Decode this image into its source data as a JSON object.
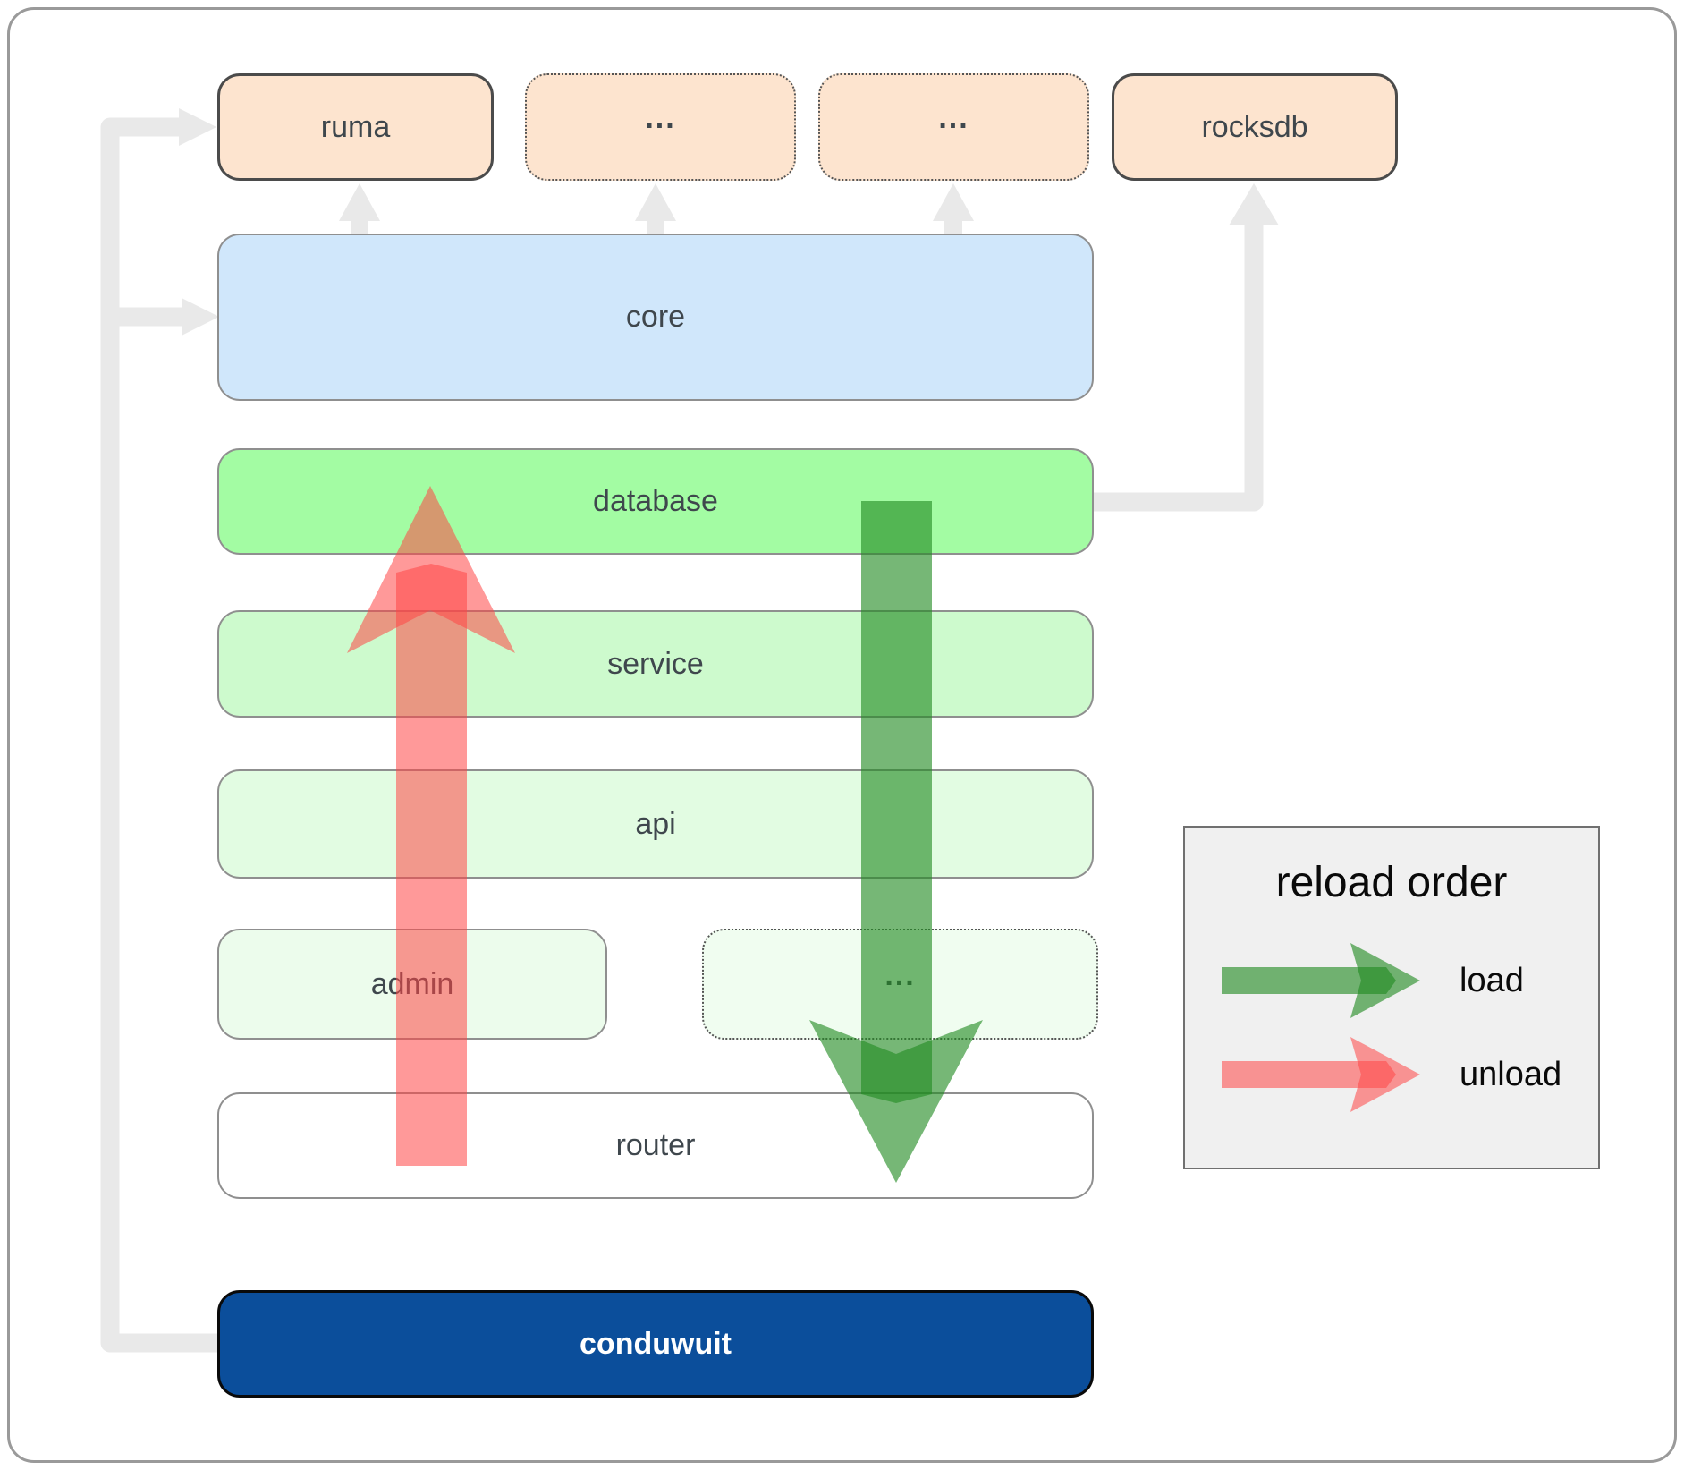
{
  "nodes": {
    "ruma": {
      "label": "ruma"
    },
    "ellipsis_top_1": {
      "label": "..."
    },
    "ellipsis_top_2": {
      "label": "..."
    },
    "rocksdb": {
      "label": "rocksdb"
    },
    "core": {
      "label": "core"
    },
    "database": {
      "label": "database"
    },
    "service": {
      "label": "service"
    },
    "api": {
      "label": "api"
    },
    "admin": {
      "label": "admin"
    },
    "ellipsis_mid": {
      "label": "..."
    },
    "router": {
      "label": "router"
    },
    "conduwuit": {
      "label": "conduwuit"
    }
  },
  "legend": {
    "title": "reload order",
    "items": [
      {
        "label": "load",
        "color": "#228b22"
      },
      {
        "label": "unload",
        "color": "#ff4646"
      }
    ]
  },
  "colors": {
    "peach_fill": "#fde4cf",
    "core_fill": "#d0e7fb",
    "database_fill": "#a3fca3",
    "service_fill": "#cdfacd",
    "api_fill": "#e2fce2",
    "admin_fill": "#ecfcec",
    "ellipsis_mid_fill": "#f0fdf0",
    "router_fill": "#ffffff",
    "conduwuit_fill": "#0b4e9b",
    "connector": "#e9e9e9",
    "load_arrow": "#228b22",
    "unload_arrow": "#ff4646"
  }
}
